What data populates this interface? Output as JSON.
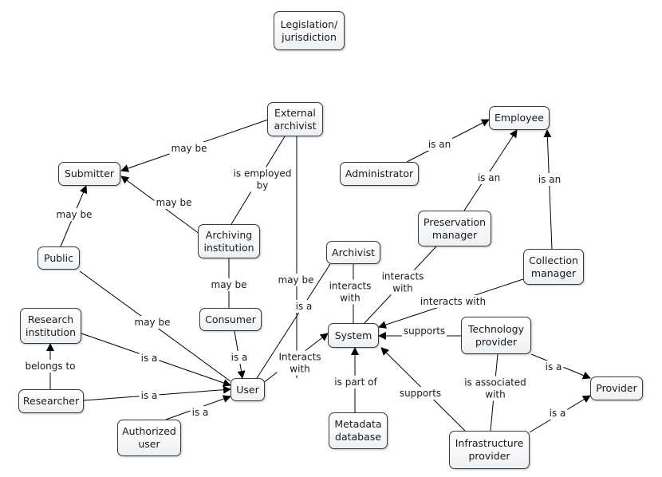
{
  "nodes": {
    "legislation": "Legislation/\njurisdiction",
    "external_archivist": "External\narchivist",
    "employee": "Employee",
    "submitter": "Submitter",
    "administrator": "Administrator",
    "archiving_institution": "Archiving\ninstitution",
    "preservation_manager": "Preservation\nmanager",
    "public": "Public",
    "archivist": "Archivist",
    "collection_manager": "Collection\nmanager",
    "research_institution": "Research\ninstitution",
    "consumer": "Consumer",
    "system": "System",
    "technology_provider": "Technology\nprovider",
    "user": "User",
    "provider": "Provider",
    "researcher": "Researcher",
    "authorized_user": "Authorized\nuser",
    "metadata_database": "Metadata\ndatabase",
    "infrastructure_provider": "Infrastructure\nprovider"
  },
  "edge_labels": {
    "ext_submitter": "may be",
    "ext_employed": "is employed\nby",
    "ext_user": "may be",
    "arch_submitter": "may be",
    "arch_consumer": "may be",
    "public_submitter": "may be",
    "public_user": "may be",
    "admin_employee": "is an",
    "pres_employee": "is an",
    "coll_employee": "is an",
    "archivist_system": "interacts\nwith",
    "archivist_user": "is a",
    "pres_system": "interacts\nwith",
    "coll_system": "interacts with",
    "consumer_user": "is a",
    "user_system": "Interacts\nwith",
    "researcher_research": "belongs to",
    "research_user": "is a",
    "researcher_user": "is a",
    "authorized_user_user": "is a",
    "tech_system": "supports",
    "tech_provider": "is a",
    "tech_infra": "is associated\nwith",
    "infra_system": "supports",
    "infra_provider": "is a",
    "metadata_system": "is part of"
  }
}
